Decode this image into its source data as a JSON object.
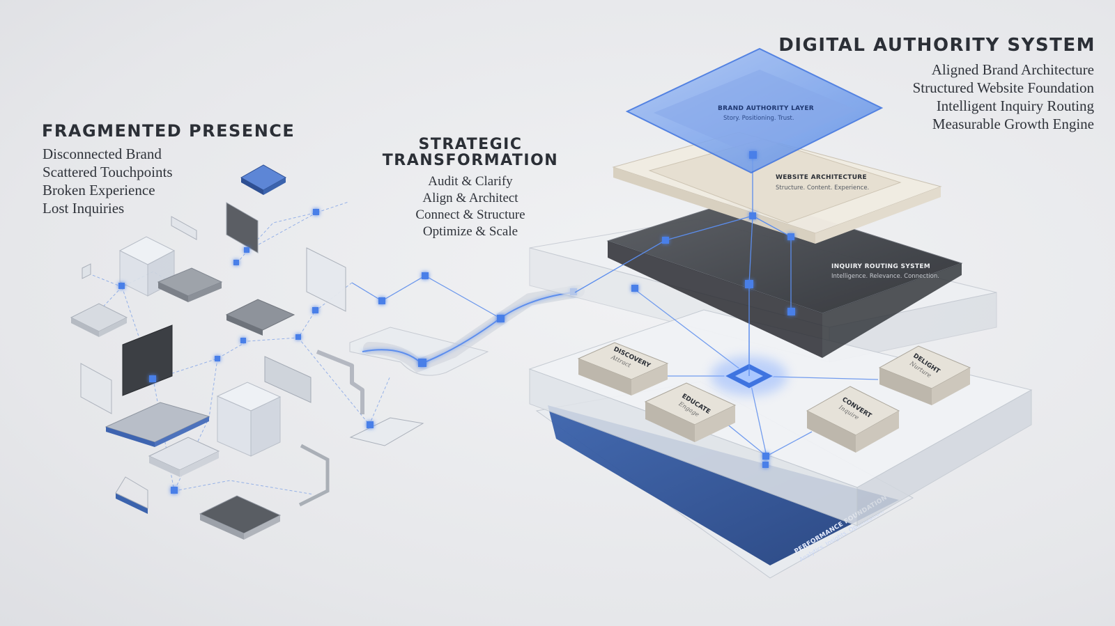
{
  "fragmented": {
    "title": "FRAGMENTED PRESENCE",
    "items": [
      "Disconnected Brand",
      "Scattered Touchpoints",
      "Broken Experience",
      "Lost Inquiries"
    ]
  },
  "strategic": {
    "title_line1": "STRATEGIC",
    "title_line2": "TRANSFORMATION",
    "items": [
      "Audit & Clarify",
      "Align & Architect",
      "Connect & Structure",
      "Optimize & Scale"
    ]
  },
  "authority": {
    "title": "DIGITAL AUTHORITY SYSTEM",
    "items": [
      "Aligned Brand Architecture",
      "Structured Website Foundation",
      "Intelligent Inquiry Routing",
      "Measurable Growth Engine"
    ]
  },
  "layers": {
    "brand": {
      "title": "BRAND AUTHORITY LAYER",
      "sub": "Story. Positioning. Trust."
    },
    "website": {
      "title": "WEBSITE ARCHITECTURE",
      "sub": "Structure. Content. Experience."
    },
    "inquiry": {
      "title": "INQUIRY ROUTING SYSTEM",
      "sub": "Intelligence. Relevance. Connection."
    },
    "performance": {
      "title": "PERFORMANCE FOUNDATION",
      "sub": "Analytics. Insights. Optimization."
    }
  },
  "stages": [
    {
      "title": "DISCOVERY",
      "sub": "Attract"
    },
    {
      "title": "EDUCATE",
      "sub": "Engage"
    },
    {
      "title": "CONVERT",
      "sub": "Inquire"
    },
    {
      "title": "DELIGHT",
      "sub": "Nurture"
    }
  ],
  "colors": {
    "accent_blue": "#3f74e0",
    "glow_blue": "#8fb4ff",
    "brand_panel": "#6f9be8",
    "performance_panel": "#2e4f93",
    "inquiry_panel": "#3b3e44",
    "website_panel": "#e4dccd",
    "text_dark": "#2b2f36"
  }
}
